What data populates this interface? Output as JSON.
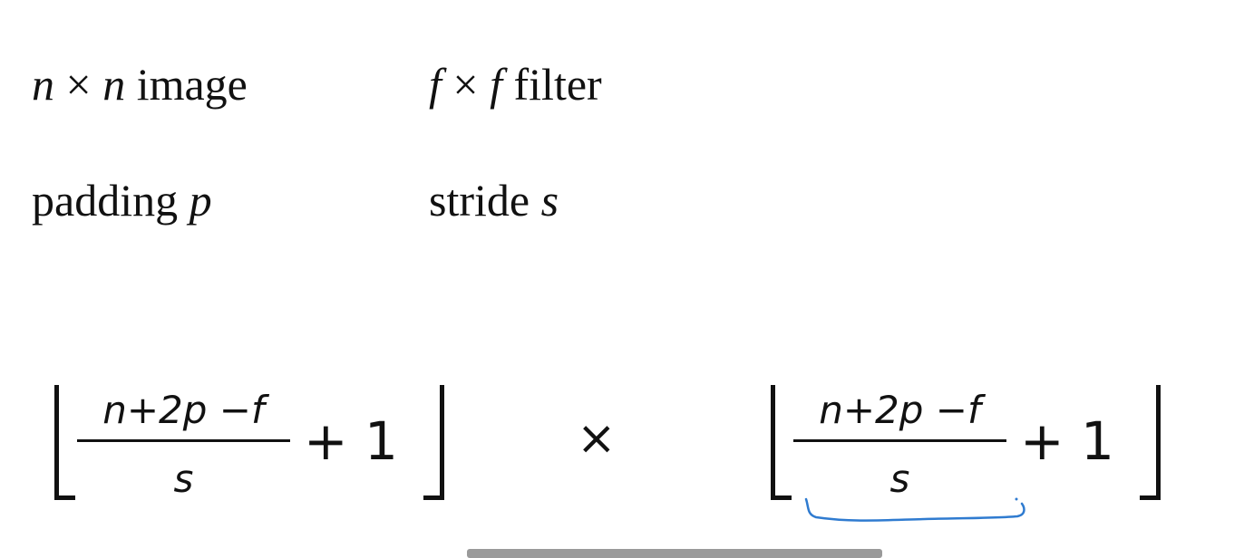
{
  "slide": {
    "line1": {
      "a_var": "n",
      "a_op": " × ",
      "a_var2": "n",
      "a_text": " image",
      "b_var": "f",
      "b_op": " × ",
      "b_var2": "f",
      "b_text": " filter"
    },
    "line2": {
      "a_text": "padding ",
      "a_var": "p",
      "b_text": "stride ",
      "b_var": "s"
    },
    "formula": {
      "numerator": "n+2p −f",
      "denominator": "s",
      "plus_one": "+ 1"
    },
    "times": "×",
    "annotation_color": "#2f7bd0"
  }
}
